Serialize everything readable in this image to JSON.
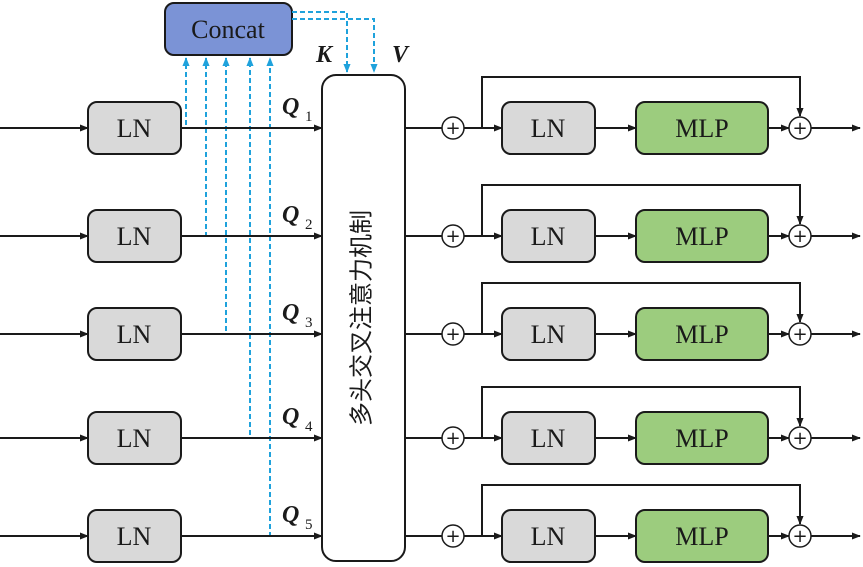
{
  "colors": {
    "concat_fill": "#7b93d6",
    "ln_fill": "#d9d9d9",
    "mlp_fill": "#9ccc7e",
    "dashed": "#1fa2dc",
    "line": "#1a1a1a"
  },
  "concat_label": "Concat",
  "k_label": "K",
  "v_label": "V",
  "attention_label": "多头交叉注意力机制",
  "plus_symbol": "+",
  "rows": [
    {
      "ln": "LN",
      "q": "Q",
      "sub": "1",
      "ln2": "LN",
      "mlp": "MLP"
    },
    {
      "ln": "LN",
      "q": "Q",
      "sub": "2",
      "ln2": "LN",
      "mlp": "MLP"
    },
    {
      "ln": "LN",
      "q": "Q",
      "sub": "3",
      "ln2": "LN",
      "mlp": "MLP"
    },
    {
      "ln": "LN",
      "q": "Q",
      "sub": "4",
      "ln2": "LN",
      "mlp": "MLP"
    },
    {
      "ln": "LN",
      "q": "Q",
      "sub": "5",
      "ln2": "LN",
      "mlp": "MLP"
    }
  ]
}
